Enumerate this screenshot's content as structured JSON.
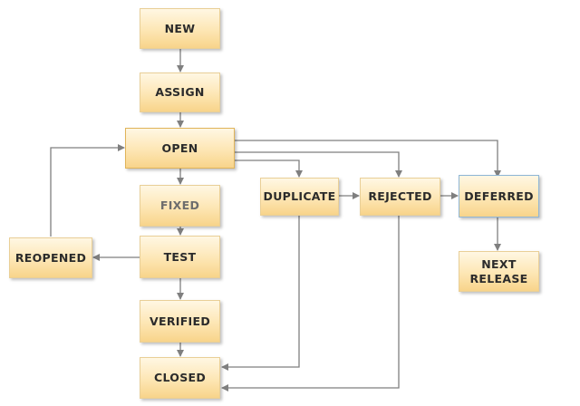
{
  "nodes": {
    "new": "NEW",
    "assign": "ASSIGN",
    "open": "OPEN",
    "fixed": "FIXED",
    "test": "TEST",
    "verified": "VERIFIED",
    "closed": "CLOSED",
    "reopened": "REOPENED",
    "duplicate": "DUPLICATE",
    "rejected": "REJECTED",
    "deferred": "DEFERRED",
    "next_release": "NEXT\nRELEASE"
  },
  "colors": {
    "connector": "#7f7f7f",
    "node_text": "#2b2b2b",
    "node_fill_top": "#fff7e3",
    "node_fill_bottom": "#f8d48a"
  }
}
